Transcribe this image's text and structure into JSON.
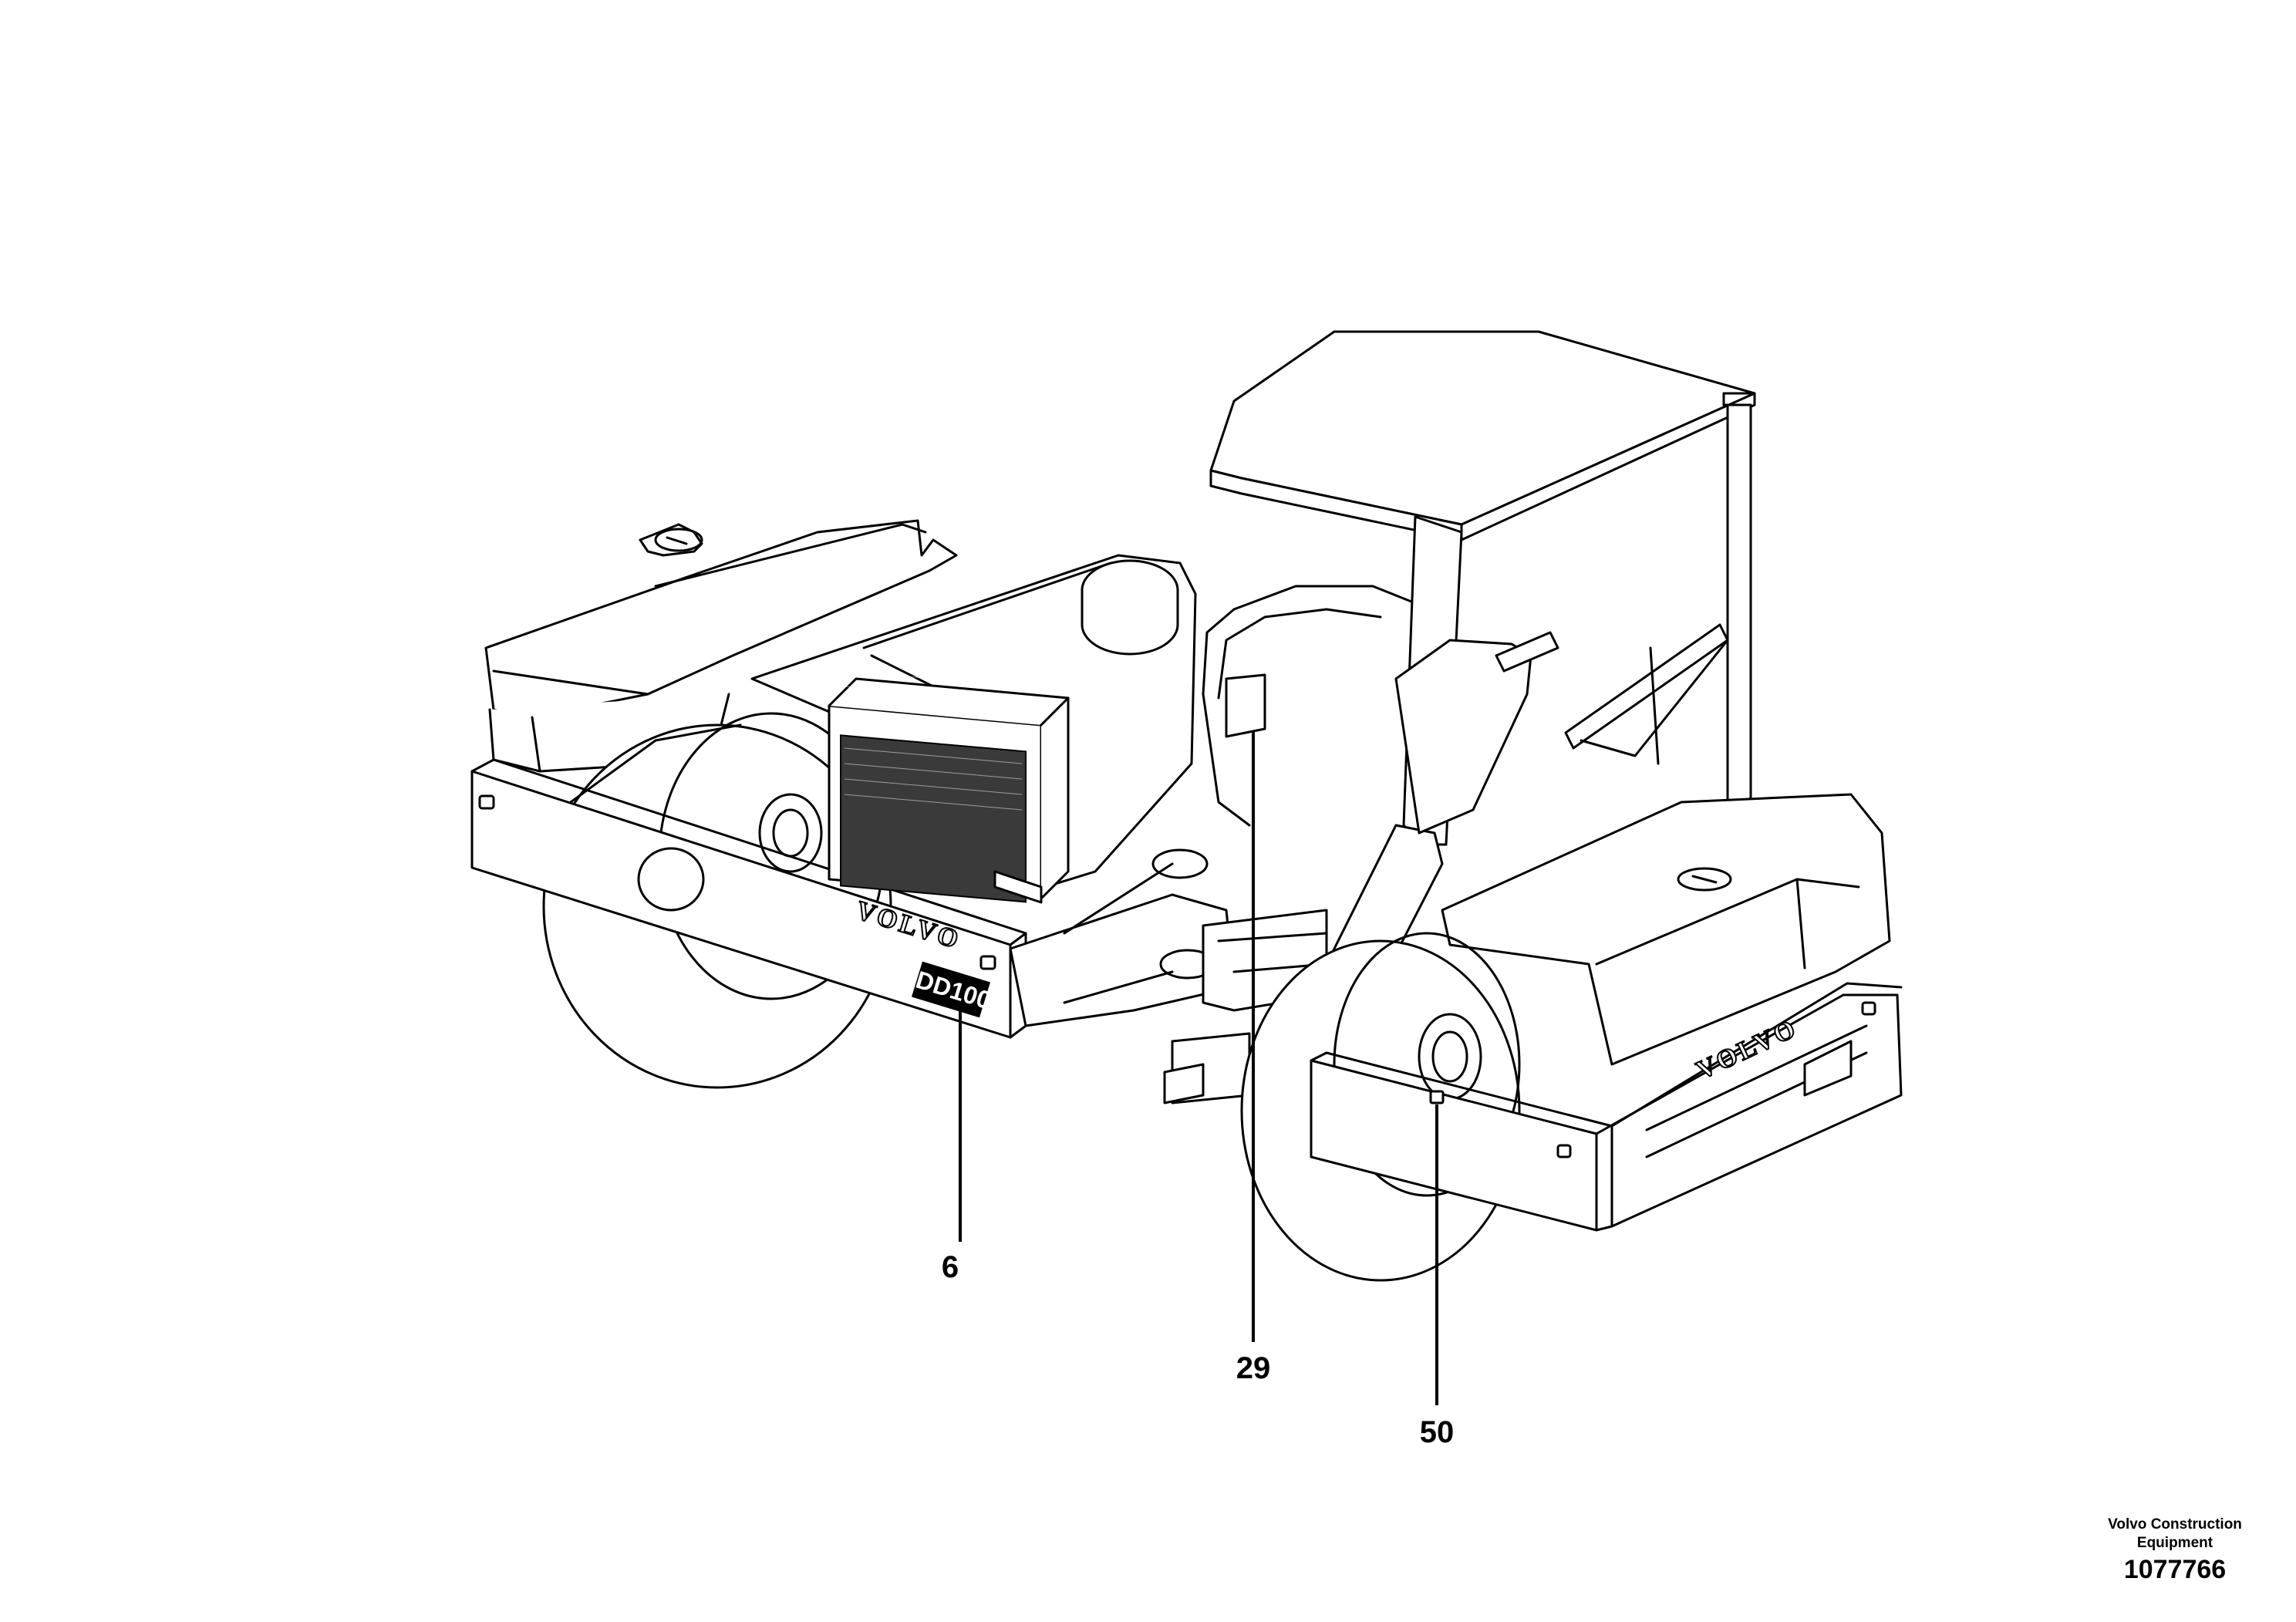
{
  "callouts": [
    {
      "id": "6",
      "label": "6"
    },
    {
      "id": "29",
      "label": "29"
    },
    {
      "id": "50",
      "label": "50"
    }
  ],
  "machine": {
    "brand_front": "VOLVO",
    "brand_rear": "VOLVO",
    "model_decal": "DD100"
  },
  "footer": {
    "company_line1": "Volvo Construction",
    "company_line2": "Equipment",
    "document_number": "1077766"
  }
}
